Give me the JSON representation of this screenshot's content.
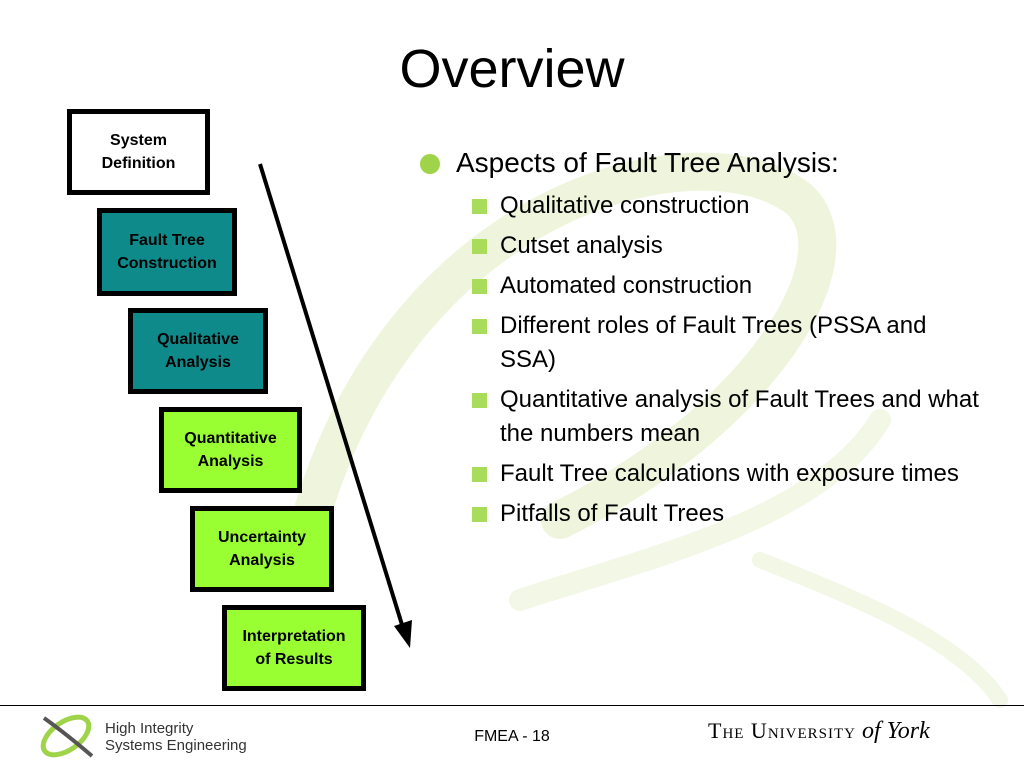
{
  "slide": {
    "title": "Overview"
  },
  "stages": [
    {
      "label": "System\nDefinition",
      "style": "white"
    },
    {
      "label": "Fault Tree\nConstruction",
      "style": "teal"
    },
    {
      "label": "Qualitative\nAnalysis",
      "style": "teal"
    },
    {
      "label": "Quantitative\nAnalysis",
      "style": "green"
    },
    {
      "label": "Uncertainty\nAnalysis",
      "style": "green"
    },
    {
      "label": "Interpretation\nof Results",
      "style": "green"
    }
  ],
  "bullets": {
    "main": "Aspects of Fault Tree Analysis:",
    "items": [
      "Qualitative construction",
      "Cutset analysis",
      "Automated construction",
      "Different roles of Fault Trees (PSSA and SSA)",
      "Quantitative analysis of Fault Trees and what the numbers mean",
      "Fault Tree calculations with exposure times",
      "Pitfalls of Fault Trees"
    ]
  },
  "footer": {
    "left_logo_text": "High Integrity\nSystems Engineering",
    "page_label": "FMEA - 18",
    "right_logo_the": "The University",
    "right_logo_of": "of York"
  },
  "colors": {
    "teal": "#0f8a8a",
    "green": "#99ff33",
    "bullet_green": "#9fd34a"
  }
}
